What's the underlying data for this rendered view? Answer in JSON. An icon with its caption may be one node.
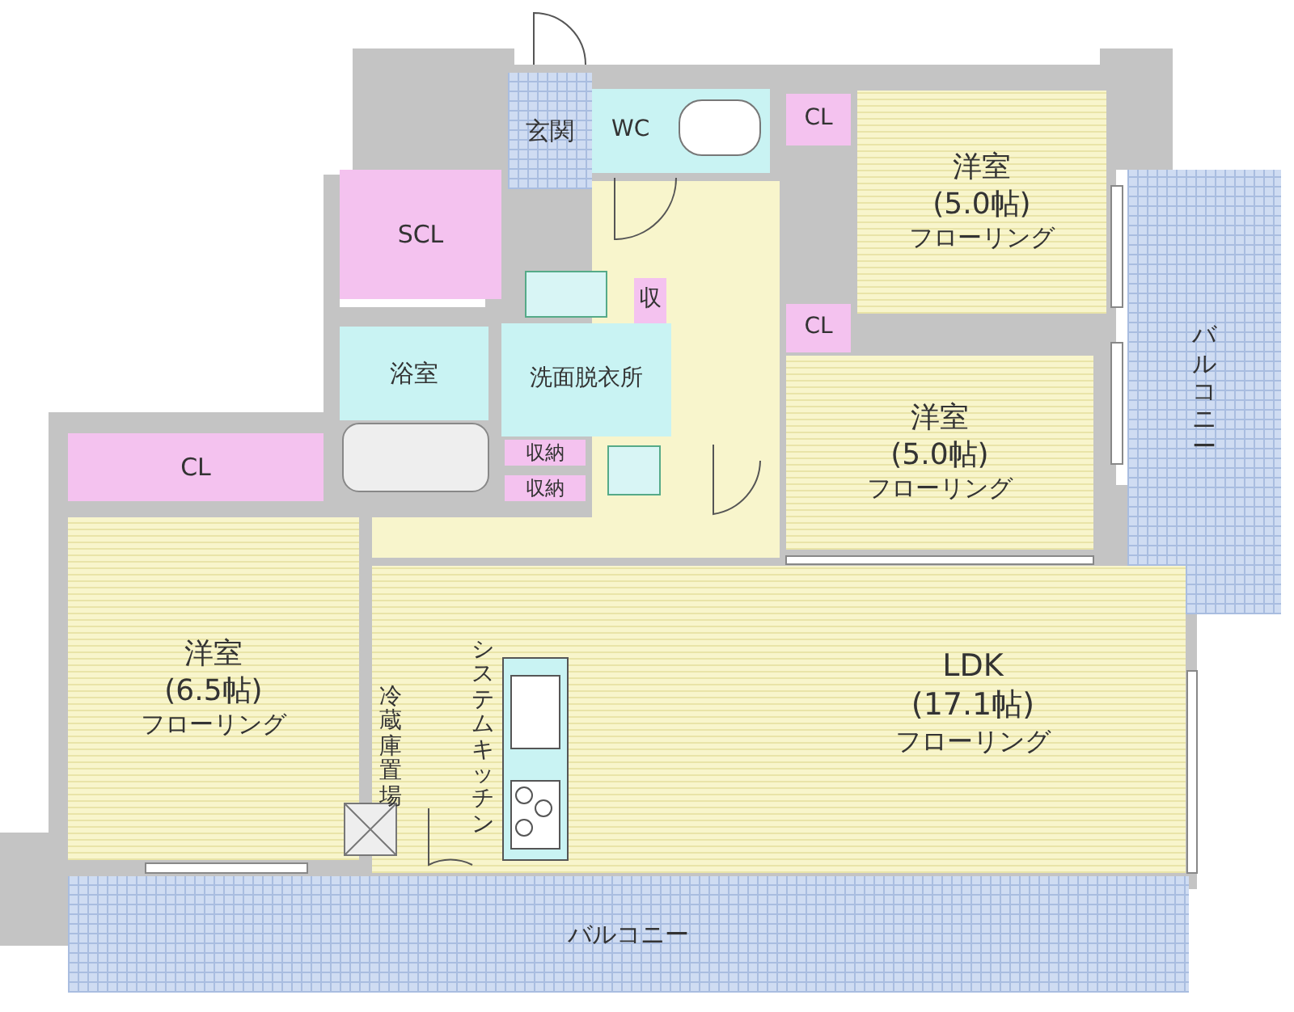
{
  "diagram": {
    "nodes": [
      {
        "text": [
          "玄関"
        ]
      },
      {
        "text": [
          "WC"
        ]
      },
      {
        "text": [
          "CL"
        ]
      },
      {
        "text": [
          "洋室",
          "(5.0帖)",
          "フローリング"
        ]
      },
      {
        "text": [
          "SCL"
        ]
      },
      {
        "text": [
          "収"
        ]
      },
      {
        "text": [
          "CL"
        ]
      },
      {
        "text": [
          "洗面脱衣所"
        ]
      },
      {
        "text": [
          "浴室"
        ]
      },
      {
        "text": [
          "洋室",
          "(5.0帖)",
          "フローリング"
        ]
      },
      {
        "text": [
          "バルコニー"
        ]
      },
      {
        "text": [
          "収納"
        ]
      },
      {
        "text": [
          "収納"
        ]
      },
      {
        "text": [
          "CL"
        ]
      },
      {
        "text": [
          "洋室",
          "(6.5帖)",
          "フローリング"
        ]
      },
      {
        "text": [
          "LDK",
          "(17.1帖)",
          "フローリング"
        ]
      },
      {
        "text": [
          "バルコニー"
        ]
      }
    ],
    "labels": [
      "システムキッチン",
      "冷蔵庫置場"
    ]
  }
}
